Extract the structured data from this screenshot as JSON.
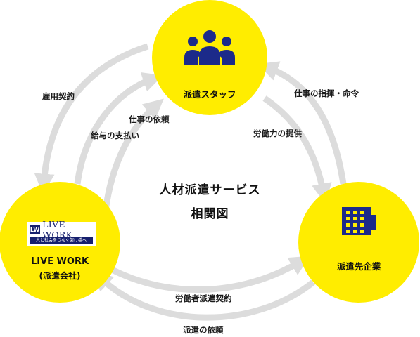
{
  "nodes": {
    "staff": {
      "label": "派遣スタッフ",
      "icon": "people-icon"
    },
    "client": {
      "label": "派遣先企業",
      "icon": "office-building-icon"
    },
    "agency": {
      "label_line1": "LIVE WORK",
      "label_line2": "(派遣会社)",
      "logo_text": "LIVE WORK",
      "logo_mark": "LW",
      "logo_tagline": "人と社会をつなぐ架け橋へ"
    }
  },
  "center": {
    "title_line1": "人材派遣サービス",
    "title_line2": "相関図"
  },
  "relations": {
    "employment_contract": "雇用契約",
    "job_request_to_staff": "仕事の依頼",
    "salary_payment": "給与の支払い",
    "instruction_command": "仕事の指揮・命令",
    "labor_provision": "労働力の提供",
    "worker_dispatch_contract": "労働者派遣契約",
    "dispatch_request": "派遣の依頼"
  },
  "colors": {
    "circle": "#ffed00",
    "arrow": "#dcdcdc",
    "icon": "#1c2a8a",
    "logo": "#16206e"
  }
}
